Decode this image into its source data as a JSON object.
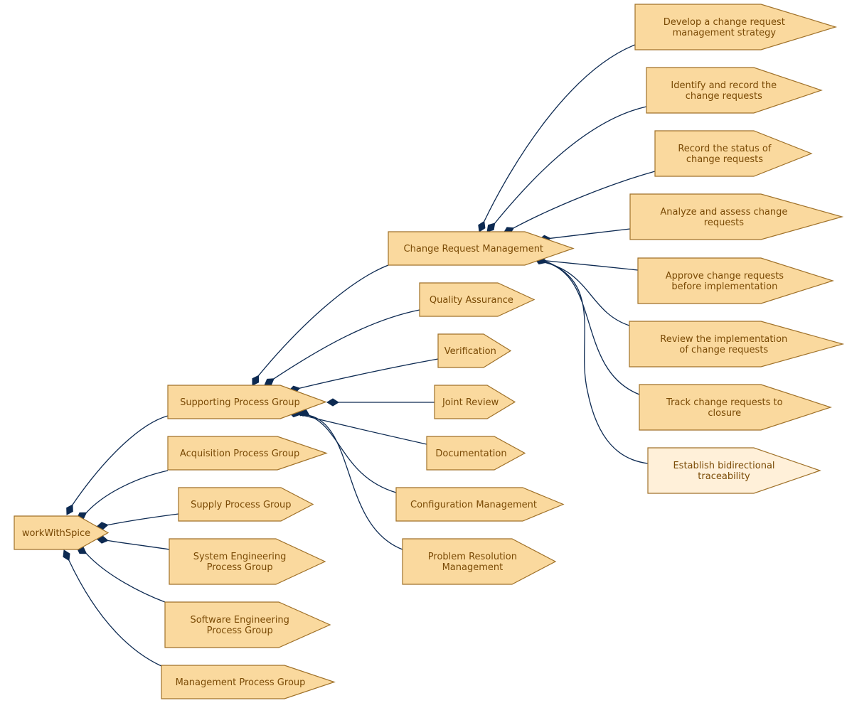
{
  "colors": {
    "node_fill": "#fad99e",
    "node_fill_highlight": "#fff0d9",
    "node_stroke": "#a0722a",
    "text": "#7a4a05",
    "edge": "#0d2a52"
  },
  "nodes": [
    {
      "id": "root",
      "lines": [
        "workWithSpice"
      ],
      "highlight": false
    },
    {
      "id": "acquisition",
      "lines": [
        "Acquisition Process Group"
      ],
      "highlight": false
    },
    {
      "id": "supply",
      "lines": [
        "Supply Process Group"
      ],
      "highlight": false
    },
    {
      "id": "system-eng",
      "lines": [
        "System Engineering",
        "Process Group"
      ],
      "highlight": false
    },
    {
      "id": "software-eng",
      "lines": [
        "Software Engineering",
        "Process Group"
      ],
      "highlight": false
    },
    {
      "id": "management",
      "lines": [
        "Management Process Group"
      ],
      "highlight": false
    },
    {
      "id": "supporting",
      "lines": [
        "Supporting Process Group"
      ],
      "highlight": false
    },
    {
      "id": "crm",
      "lines": [
        "Change Request Management"
      ],
      "highlight": false
    },
    {
      "id": "qa",
      "lines": [
        "Quality Assurance"
      ],
      "highlight": false
    },
    {
      "id": "verification",
      "lines": [
        "Verification"
      ],
      "highlight": false
    },
    {
      "id": "joint-review",
      "lines": [
        "Joint Review"
      ],
      "highlight": false
    },
    {
      "id": "documentation",
      "lines": [
        "Documentation"
      ],
      "highlight": false
    },
    {
      "id": "config-mgmt",
      "lines": [
        "Configuration Management"
      ],
      "highlight": false
    },
    {
      "id": "problem-res",
      "lines": [
        "Problem Resolution",
        "Management"
      ],
      "highlight": false
    },
    {
      "id": "develop-strategy",
      "lines": [
        "Develop a change request",
        "management strategy"
      ],
      "highlight": false
    },
    {
      "id": "identify-record",
      "lines": [
        "Identify and record the",
        "change requests"
      ],
      "highlight": false
    },
    {
      "id": "record-status",
      "lines": [
        "Record the status of",
        "change requests"
      ],
      "highlight": false
    },
    {
      "id": "analyze-assess",
      "lines": [
        "Analyze and assess change",
        "requests"
      ],
      "highlight": false
    },
    {
      "id": "approve",
      "lines": [
        "Approve change requests",
        "before implementation"
      ],
      "highlight": false
    },
    {
      "id": "review-impl",
      "lines": [
        "Review the implementation",
        "of change requests"
      ],
      "highlight": false
    },
    {
      "id": "track-closure",
      "lines": [
        "Track change requests to",
        "closure"
      ],
      "highlight": false
    },
    {
      "id": "bidirectional",
      "lines": [
        "Establish bidirectional",
        "traceability"
      ],
      "highlight": true
    }
  ],
  "edges": [
    {
      "from": "root",
      "to": "supporting"
    },
    {
      "from": "root",
      "to": "acquisition"
    },
    {
      "from": "root",
      "to": "supply"
    },
    {
      "from": "root",
      "to": "system-eng"
    },
    {
      "from": "root",
      "to": "software-eng"
    },
    {
      "from": "root",
      "to": "management"
    },
    {
      "from": "supporting",
      "to": "crm"
    },
    {
      "from": "supporting",
      "to": "qa"
    },
    {
      "from": "supporting",
      "to": "verification"
    },
    {
      "from": "supporting",
      "to": "joint-review"
    },
    {
      "from": "supporting",
      "to": "documentation"
    },
    {
      "from": "supporting",
      "to": "config-mgmt"
    },
    {
      "from": "supporting",
      "to": "problem-res"
    },
    {
      "from": "crm",
      "to": "develop-strategy"
    },
    {
      "from": "crm",
      "to": "identify-record"
    },
    {
      "from": "crm",
      "to": "record-status"
    },
    {
      "from": "crm",
      "to": "analyze-assess"
    },
    {
      "from": "crm",
      "to": "approve"
    },
    {
      "from": "crm",
      "to": "review-impl"
    },
    {
      "from": "crm",
      "to": "track-closure"
    },
    {
      "from": "crm",
      "to": "bidirectional"
    }
  ]
}
